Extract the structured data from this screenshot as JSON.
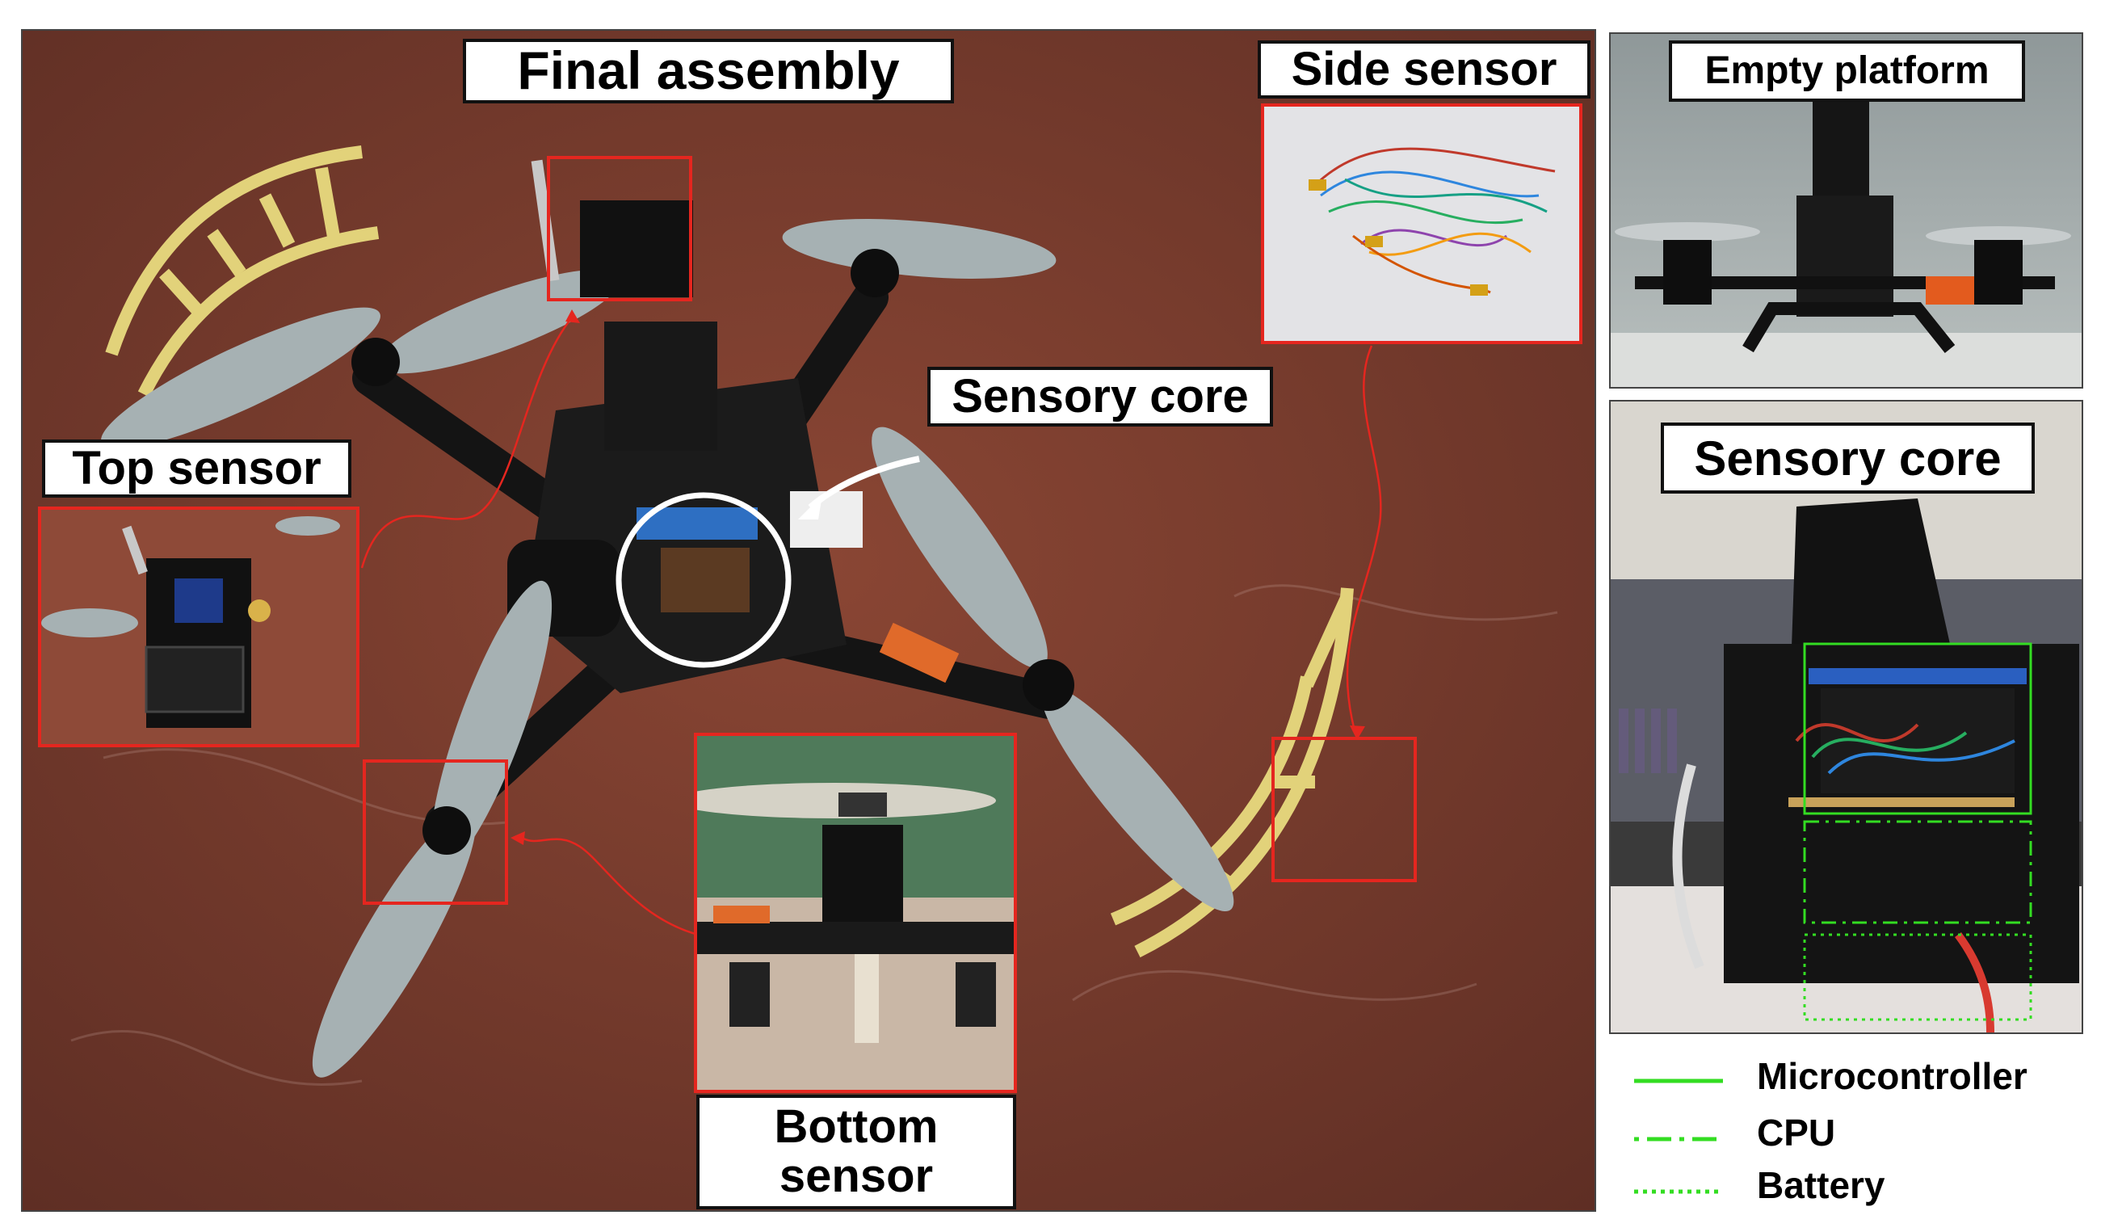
{
  "labels": {
    "final_assembly": "Final assembly",
    "side_sensor": "Side sensor",
    "sensory_core_main": "Sensory core",
    "top_sensor": "Top sensor",
    "bottom_sensor_line1": "Bottom",
    "bottom_sensor_line2": "sensor",
    "empty_platform": "Empty platform",
    "sensory_core_right": "Sensory core"
  },
  "legend": [
    {
      "name": "Microcontroller",
      "style": "solid"
    },
    {
      "name": "CPU",
      "style": "dash-dot"
    },
    {
      "name": "Battery",
      "style": "dotted"
    }
  ],
  "colors": {
    "highlight": "#e5261f",
    "legend_line": "#33dd22",
    "floor": "#7a3b2c",
    "propeller": "#a6b1b3",
    "guard": "#e2d27a"
  }
}
